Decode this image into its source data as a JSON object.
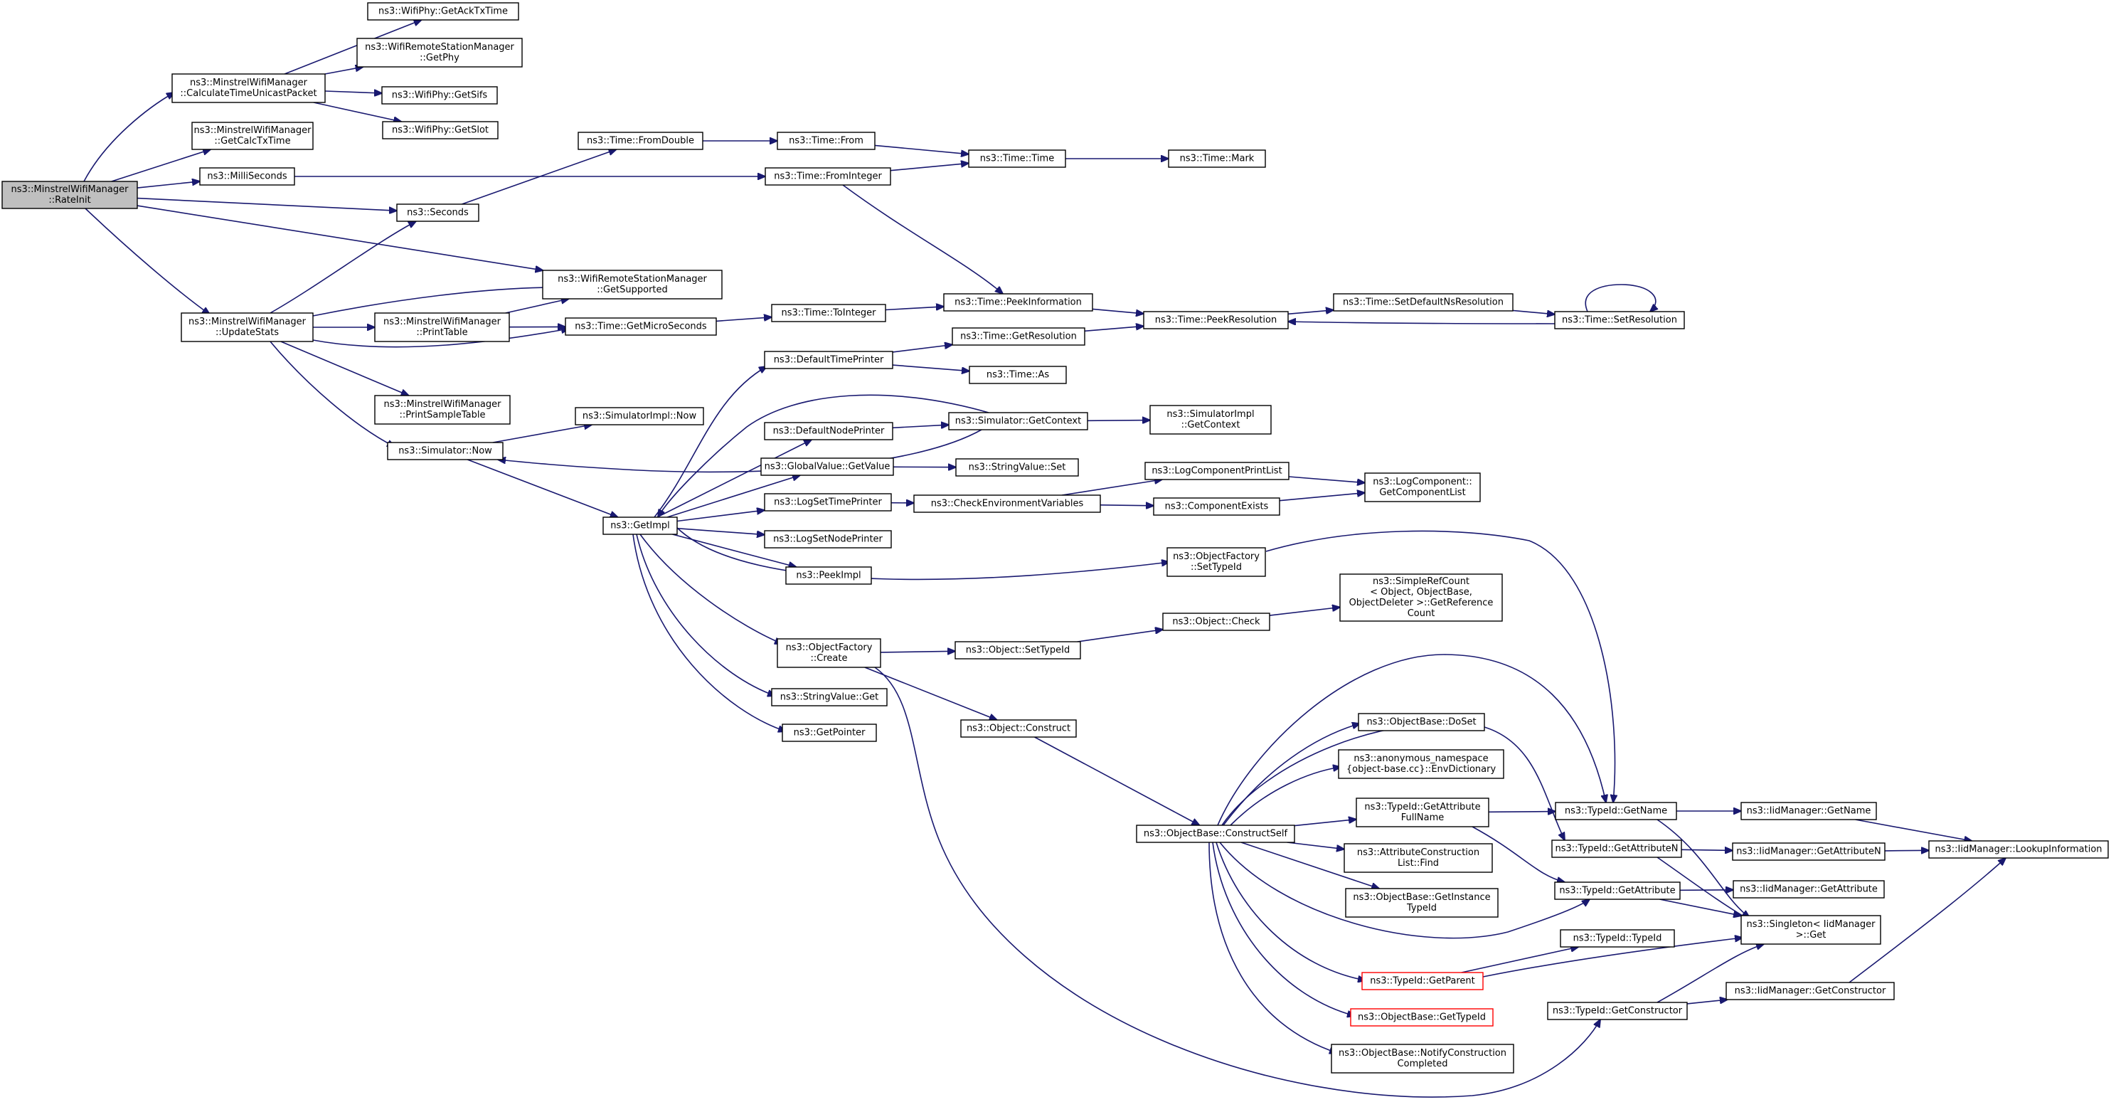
{
  "graph": {
    "colors": {
      "edge": "#191970",
      "node_border": "#000000",
      "root_fill": "#bfbfbf",
      "external_border": "#ff0000"
    },
    "nodes": [
      {
        "id": "rateinit",
        "lines": [
          "ns3::MinstrelWifiManager",
          "::RateInit"
        ],
        "root": true
      },
      {
        "id": "calctime",
        "lines": [
          "ns3::MinstrelWifiManager",
          "::CalculateTimeUnicastPacket"
        ]
      },
      {
        "id": "getcalctx",
        "lines": [
          "ns3::MinstrelWifiManager",
          "::GetCalcTxTime"
        ]
      },
      {
        "id": "milli",
        "lines": [
          "ns3::MilliSeconds"
        ]
      },
      {
        "id": "seconds",
        "lines": [
          "ns3::Seconds"
        ]
      },
      {
        "id": "updatestats",
        "lines": [
          "ns3::MinstrelWifiManager",
          "::UpdateStats"
        ]
      },
      {
        "id": "ackTx",
        "lines": [
          "ns3::WifiPhy::GetAckTxTime"
        ]
      },
      {
        "id": "getphy",
        "lines": [
          "ns3::WifiRemoteStationManager",
          "::GetPhy"
        ]
      },
      {
        "id": "sifs",
        "lines": [
          "ns3::WifiPhy::GetSifs"
        ]
      },
      {
        "id": "slot",
        "lines": [
          "ns3::WifiPhy::GetSlot"
        ]
      },
      {
        "id": "getsupported",
        "lines": [
          "ns3::WifiRemoteStationManager",
          "::GetSupported"
        ]
      },
      {
        "id": "printtable",
        "lines": [
          "ns3::MinstrelWifiManager",
          "::PrintTable"
        ]
      },
      {
        "id": "printsample",
        "lines": [
          "ns3::MinstrelWifiManager",
          "::PrintSampleTable"
        ]
      },
      {
        "id": "simnow",
        "lines": [
          "ns3::Simulator::Now"
        ]
      },
      {
        "id": "fromdouble",
        "lines": [
          "ns3::Time::FromDouble"
        ]
      },
      {
        "id": "getmicro",
        "lines": [
          "ns3::Time::GetMicroSeconds"
        ]
      },
      {
        "id": "implnow",
        "lines": [
          "ns3::SimulatorImpl::Now"
        ]
      },
      {
        "id": "getimpl",
        "lines": [
          "ns3::GetImpl"
        ]
      },
      {
        "id": "timefrom",
        "lines": [
          "ns3::Time::From"
        ]
      },
      {
        "id": "fromint",
        "lines": [
          "ns3::Time::FromInteger"
        ]
      },
      {
        "id": "tointeger",
        "lines": [
          "ns3::Time::ToInteger"
        ]
      },
      {
        "id": "deftime",
        "lines": [
          "ns3::DefaultTimePrinter"
        ]
      },
      {
        "id": "defnode",
        "lines": [
          "ns3::DefaultNodePrinter"
        ]
      },
      {
        "id": "gvget",
        "lines": [
          "ns3::GlobalValue::GetValue"
        ]
      },
      {
        "id": "logtime",
        "lines": [
          "ns3::LogSetTimePrinter"
        ]
      },
      {
        "id": "lognode",
        "lines": [
          "ns3::LogSetNodePrinter"
        ]
      },
      {
        "id": "peekimpl",
        "lines": [
          "ns3::PeekImpl"
        ]
      },
      {
        "id": "ofcreate",
        "lines": [
          "ns3::ObjectFactory",
          "::Create"
        ]
      },
      {
        "id": "svget",
        "lines": [
          "ns3::StringValue::Get"
        ]
      },
      {
        "id": "getpointer",
        "lines": [
          "ns3::GetPointer"
        ]
      },
      {
        "id": "timetime",
        "lines": [
          "ns3::Time::Time"
        ]
      },
      {
        "id": "peekinfo",
        "lines": [
          "ns3::Time::PeekInformation"
        ]
      },
      {
        "id": "getres",
        "lines": [
          "ns3::Time::GetResolution"
        ]
      },
      {
        "id": "timeas",
        "lines": [
          "ns3::Time::As"
        ]
      },
      {
        "id": "getcontext",
        "lines": [
          "ns3::Simulator::GetContext"
        ]
      },
      {
        "id": "svset",
        "lines": [
          "ns3::StringValue::Set"
        ]
      },
      {
        "id": "checkenv",
        "lines": [
          "ns3::CheckEnvironmentVariables"
        ]
      },
      {
        "id": "settypeid",
        "lines": [
          "ns3::Object::SetTypeId"
        ]
      },
      {
        "id": "construct",
        "lines": [
          "ns3::Object::Construct"
        ]
      },
      {
        "id": "timemark",
        "lines": [
          "ns3::Time::Mark"
        ]
      },
      {
        "id": "peekres",
        "lines": [
          "ns3::Time::PeekResolution"
        ]
      },
      {
        "id": "implctx",
        "lines": [
          "ns3::SimulatorImpl",
          "::GetContext"
        ]
      },
      {
        "id": "lcprint",
        "lines": [
          "ns3::LogComponentPrintList"
        ]
      },
      {
        "id": "compexists",
        "lines": [
          "ns3::ComponentExists"
        ]
      },
      {
        "id": "ofsettypeid",
        "lines": [
          "ns3::ObjectFactory",
          "::SetTypeId"
        ]
      },
      {
        "id": "objcheck",
        "lines": [
          "ns3::Object::Check"
        ]
      },
      {
        "id": "constructself",
        "lines": [
          "ns3::ObjectBase::ConstructSelf"
        ]
      },
      {
        "id": "setdefns",
        "lines": [
          "ns3::Time::SetDefaultNsResolution"
        ]
      },
      {
        "id": "lclist",
        "lines": [
          "ns3::LogComponent::",
          "GetComponentList"
        ]
      },
      {
        "id": "refcount",
        "lines": [
          "ns3::SimpleRefCount",
          "< Object, ObjectBase,",
          "ObjectDeleter >::GetReference",
          "Count"
        ]
      },
      {
        "id": "doset",
        "lines": [
          "ns3::ObjectBase::DoSet"
        ]
      },
      {
        "id": "envdict",
        "lines": [
          "ns3::anonymous_namespace",
          "{object-base.cc}::EnvDictionary"
        ]
      },
      {
        "id": "getattrfull",
        "lines": [
          "ns3::TypeId::GetAttribute",
          "FullName"
        ]
      },
      {
        "id": "acfind",
        "lines": [
          "ns3::AttributeConstruction",
          "List::Find"
        ]
      },
      {
        "id": "getinsttid",
        "lines": [
          "ns3::ObjectBase::GetInstance",
          "TypeId"
        ]
      },
      {
        "id": "getparent",
        "lines": [
          "ns3::TypeId::GetParent"
        ],
        "red": true
      },
      {
        "id": "obgettid",
        "lines": [
          "ns3::ObjectBase::GetTypeId"
        ],
        "red": true
      },
      {
        "id": "notifycc",
        "lines": [
          "ns3::ObjectBase::NotifyConstruction",
          "Completed"
        ]
      },
      {
        "id": "setres",
        "lines": [
          "ns3::Time::SetResolution"
        ]
      },
      {
        "id": "tidgetname",
        "lines": [
          "ns3::TypeId::GetName"
        ]
      },
      {
        "id": "tidgetattrn",
        "lines": [
          "ns3::TypeId::GetAttributeN"
        ]
      },
      {
        "id": "tidgetattr",
        "lines": [
          "ns3::TypeId::GetAttribute"
        ]
      },
      {
        "id": "tidtid",
        "lines": [
          "ns3::TypeId::TypeId"
        ]
      },
      {
        "id": "tidgetctor",
        "lines": [
          "ns3::TypeId::GetConstructor"
        ]
      },
      {
        "id": "iidgetname",
        "lines": [
          "ns3::IidManager::GetName"
        ]
      },
      {
        "id": "iidgetattrn",
        "lines": [
          "ns3::IidManager::GetAttributeN"
        ]
      },
      {
        "id": "iidgetattr",
        "lines": [
          "ns3::IidManager::GetAttribute"
        ]
      },
      {
        "id": "singleton",
        "lines": [
          "ns3::Singleton< IidManager",
          ">::Get"
        ]
      },
      {
        "id": "iidgetctor",
        "lines": [
          "ns3::IidManager::GetConstructor"
        ]
      },
      {
        "id": "lookup",
        "lines": [
          "ns3::IidManager::LookupInformation"
        ]
      }
    ],
    "edges": [
      [
        "rateinit",
        "calctime"
      ],
      [
        "rateinit",
        "getcalctx"
      ],
      [
        "rateinit",
        "milli"
      ],
      [
        "rateinit",
        "seconds"
      ],
      [
        "rateinit",
        "getsupported"
      ],
      [
        "rateinit",
        "updatestats"
      ],
      [
        "calctime",
        "ackTx"
      ],
      [
        "calctime",
        "getphy"
      ],
      [
        "calctime",
        "sifs"
      ],
      [
        "calctime",
        "slot"
      ],
      [
        "milli",
        "fromint"
      ],
      [
        "seconds",
        "fromdouble"
      ],
      [
        "updatestats",
        "seconds"
      ],
      [
        "updatestats",
        "getsupported"
      ],
      [
        "updatestats",
        "printtable"
      ],
      [
        "updatestats",
        "getmicro"
      ],
      [
        "updatestats",
        "printsample"
      ],
      [
        "updatestats",
        "simnow"
      ],
      [
        "printtable",
        "getsupported"
      ],
      [
        "printtable",
        "getmicro"
      ],
      [
        "simnow",
        "implnow"
      ],
      [
        "simnow",
        "getimpl"
      ],
      [
        "fromdouble",
        "timefrom"
      ],
      [
        "timefrom",
        "timetime"
      ],
      [
        "fromint",
        "timetime"
      ],
      [
        "fromint",
        "peekinfo"
      ],
      [
        "getmicro",
        "tointeger"
      ],
      [
        "tointeger",
        "peekinfo"
      ],
      [
        "timetime",
        "timemark"
      ],
      [
        "peekinfo",
        "peekres"
      ],
      [
        "getres",
        "peekres"
      ],
      [
        "peekres",
        "setdefns"
      ],
      [
        "setdefns",
        "setres"
      ],
      [
        "setres",
        "peekres"
      ],
      [
        "setres",
        "setres"
      ],
      [
        "deftime",
        "getres"
      ],
      [
        "deftime",
        "timeas"
      ],
      [
        "getimpl",
        "deftime"
      ],
      [
        "getimpl",
        "defnode"
      ],
      [
        "getimpl",
        "gvget"
      ],
      [
        "getimpl",
        "logtime"
      ],
      [
        "getimpl",
        "lognode"
      ],
      [
        "getimpl",
        "peekimpl"
      ],
      [
        "getimpl",
        "ofsettypeid"
      ],
      [
        "getimpl",
        "ofcreate"
      ],
      [
        "getimpl",
        "svget"
      ],
      [
        "getimpl",
        "getpointer"
      ],
      [
        "getcontext",
        "simnow"
      ],
      [
        "getcontext",
        "deftime"
      ],
      [
        "defnode",
        "getcontext"
      ],
      [
        "getcontext",
        "implctx"
      ],
      [
        "gvget",
        "svset"
      ],
      [
        "logtime",
        "checkenv"
      ],
      [
        "checkenv",
        "lcprint"
      ],
      [
        "checkenv",
        "compexists"
      ],
      [
        "lcprint",
        "lclist"
      ],
      [
        "compexists",
        "lclist"
      ],
      [
        "ofsettypeid",
        "tidgetname"
      ],
      [
        "ofcreate",
        "settypeid"
      ],
      [
        "ofcreate",
        "construct"
      ],
      [
        "ofcreate",
        "tidgetctor"
      ],
      [
        "settypeid",
        "objcheck"
      ],
      [
        "objcheck",
        "refcount"
      ],
      [
        "construct",
        "constructself"
      ],
      [
        "constructself",
        "doset"
      ],
      [
        "constructself",
        "envdict"
      ],
      [
        "constructself",
        "getattrfull"
      ],
      [
        "constructself",
        "acfind"
      ],
      [
        "constructself",
        "getinsttid"
      ],
      [
        "constructself",
        "getparent"
      ],
      [
        "constructself",
        "obgettid"
      ],
      [
        "constructself",
        "notifycc"
      ],
      [
        "constructself",
        "tidgetname"
      ],
      [
        "constructself",
        "tidgetattrn"
      ],
      [
        "constructself",
        "tidgetattr"
      ],
      [
        "getattrfull",
        "tidgetname"
      ],
      [
        "getattrfull",
        "tidgetattr"
      ],
      [
        "tidgetname",
        "iidgetname"
      ],
      [
        "tidgetname",
        "singleton"
      ],
      [
        "tidgetattrn",
        "iidgetattrn"
      ],
      [
        "tidgetattrn",
        "singleton"
      ],
      [
        "tidgetattr",
        "iidgetattr"
      ],
      [
        "tidgetattr",
        "singleton"
      ],
      [
        "getparent",
        "tidtid"
      ],
      [
        "getparent",
        "singleton"
      ],
      [
        "tidgetctor",
        "iidgetctor"
      ],
      [
        "tidgetctor",
        "singleton"
      ],
      [
        "iidgetname",
        "lookup"
      ],
      [
        "iidgetattrn",
        "lookup"
      ],
      [
        "iidgetctor",
        "lookup"
      ]
    ]
  }
}
